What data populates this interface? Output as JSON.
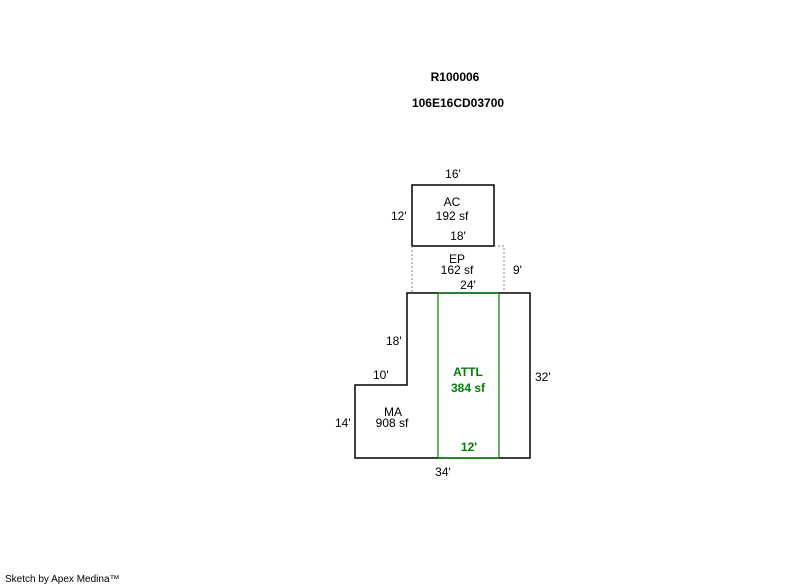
{
  "header": {
    "parcel_id": "R100006",
    "map_id": "106E16CD03700"
  },
  "areas": {
    "ac": {
      "label": "AC",
      "area": "192 sf"
    },
    "ep": {
      "label": "EP",
      "area": "162 sf"
    },
    "attl": {
      "label": "ATTL",
      "area": "384 sf"
    },
    "ma": {
      "label": "MA",
      "area": "908 sf"
    }
  },
  "dimensions": {
    "ac_top": "16'",
    "ac_left": "12'",
    "ep_top": "18'",
    "ep_right": "9'",
    "ma_top": "24'",
    "ma_upper_left": "18'",
    "ma_step": "10'",
    "ma_right": "32'",
    "ma_lower_left": "14'",
    "ma_bottom": "34'",
    "attl_width": "12'"
  },
  "colors": {
    "outline": "#000000",
    "attl": "#008000",
    "dashed": "#808080"
  },
  "footer": {
    "credit": "Sketch by Apex Medina™"
  }
}
